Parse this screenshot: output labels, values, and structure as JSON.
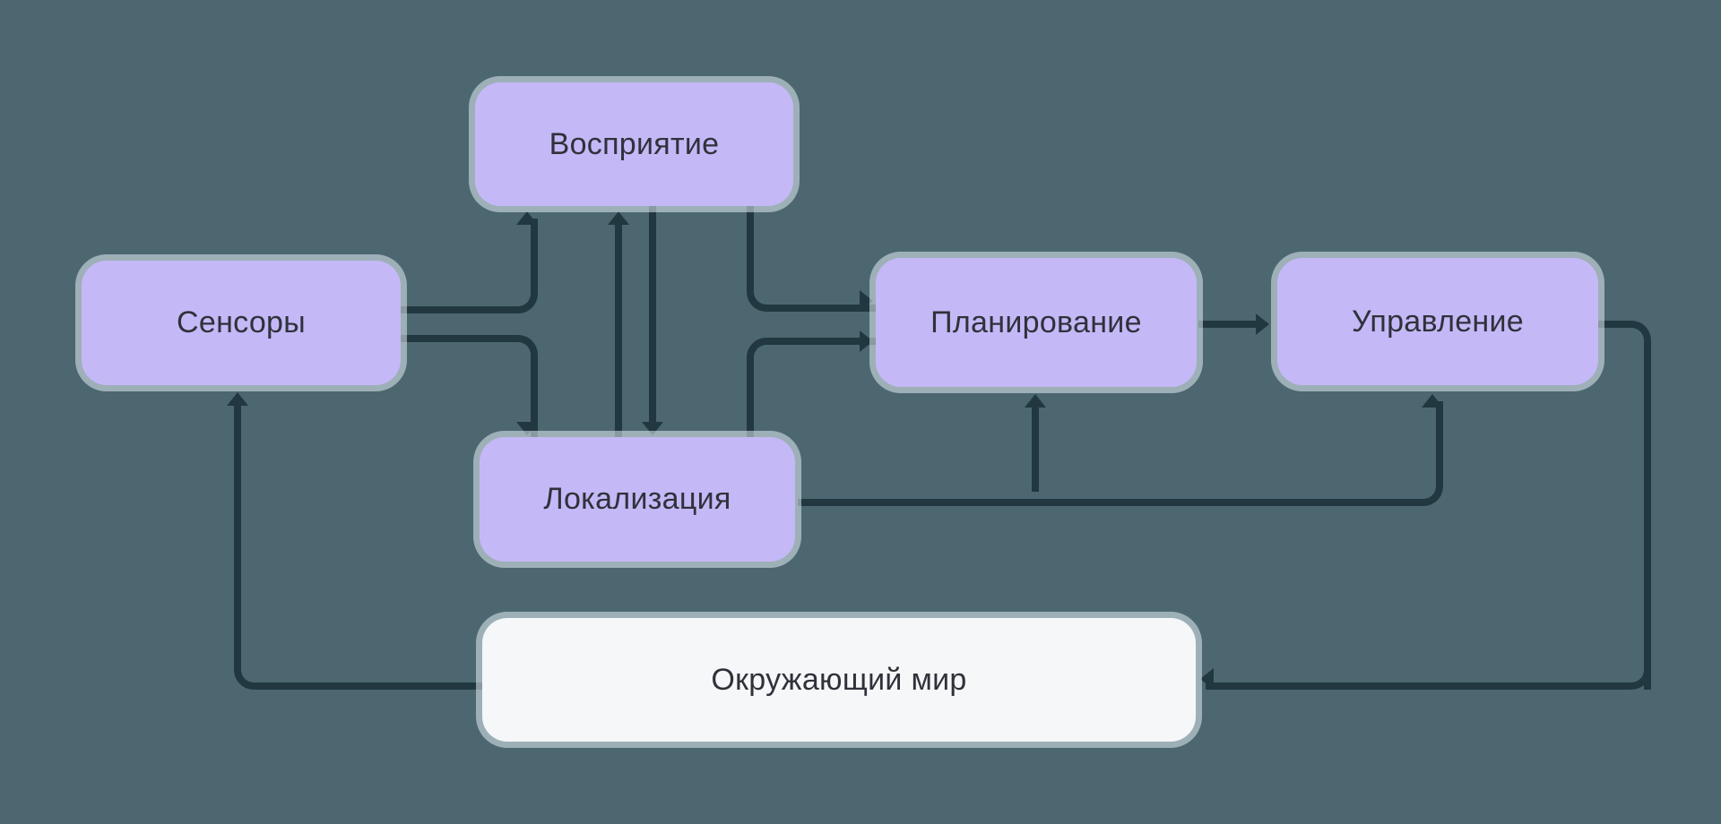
{
  "diagram": {
    "background_color": "#4d6771",
    "node_fill_color": "#c5b8f7",
    "world_fill_color": "#f6f7f9",
    "line_color": "#213841",
    "text_color": "#2f323a",
    "nodes": [
      {
        "id": "perception",
        "label": "Восприятие"
      },
      {
        "id": "sensors",
        "label": "Сенсоры"
      },
      {
        "id": "planning",
        "label": "Планирование"
      },
      {
        "id": "control",
        "label": "Управление"
      },
      {
        "id": "localization",
        "label": "Локализация"
      },
      {
        "id": "world",
        "label": "Окружающий мир"
      }
    ],
    "edges": [
      {
        "from": "sensors",
        "to": "perception",
        "entry": "bottom"
      },
      {
        "from": "sensors",
        "to": "localization",
        "entry": "top"
      },
      {
        "from": "localization",
        "to": "perception",
        "entry": "bottom"
      },
      {
        "from": "perception",
        "to": "localization",
        "entry": "top"
      },
      {
        "from": "perception",
        "to": "planning",
        "entry": "left"
      },
      {
        "from": "localization",
        "to": "planning",
        "entry": "left"
      },
      {
        "from": "planning",
        "to": "control",
        "entry": "left"
      },
      {
        "from": "localization",
        "to": "planning",
        "entry": "bottom"
      },
      {
        "from": "localization",
        "to": "control",
        "entry": "bottom"
      },
      {
        "from": "control",
        "to": "world",
        "entry": "right"
      },
      {
        "from": "world",
        "to": "sensors",
        "entry": "bottom"
      }
    ]
  }
}
